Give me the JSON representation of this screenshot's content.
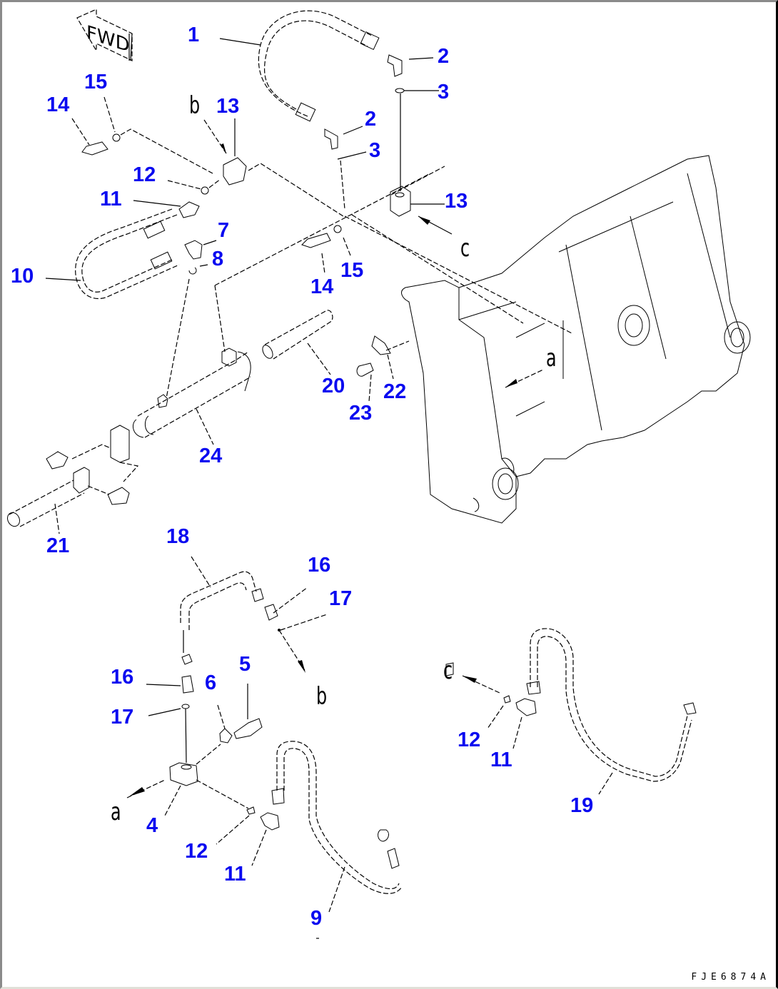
{
  "diagram": {
    "type": "exploded parts diagram",
    "drawing_code": "FJE6874A",
    "direction_indicator": "FWD",
    "callout_color": "#0a0af0",
    "line_color": "#000000"
  },
  "callouts": [
    {
      "id": "c1",
      "label": "1"
    },
    {
      "id": "c2a",
      "label": "2"
    },
    {
      "id": "c3a",
      "label": "3"
    },
    {
      "id": "c2b",
      "label": "2"
    },
    {
      "id": "c3b",
      "label": "3"
    },
    {
      "id": "c15a",
      "label": "15"
    },
    {
      "id": "c14a",
      "label": "14"
    },
    {
      "id": "c13a",
      "label": "13"
    },
    {
      "id": "c12a",
      "label": "12"
    },
    {
      "id": "c11a",
      "label": "11"
    },
    {
      "id": "c13b",
      "label": "13"
    },
    {
      "id": "c7",
      "label": "7"
    },
    {
      "id": "c8",
      "label": "8"
    },
    {
      "id": "c10",
      "label": "10"
    },
    {
      "id": "c14b",
      "label": "14"
    },
    {
      "id": "c15b",
      "label": "15"
    },
    {
      "id": "c20",
      "label": "20"
    },
    {
      "id": "c22",
      "label": "22"
    },
    {
      "id": "c23",
      "label": "23"
    },
    {
      "id": "c24",
      "label": "24"
    },
    {
      "id": "c21",
      "label": "21"
    },
    {
      "id": "c18",
      "label": "18"
    },
    {
      "id": "c16a",
      "label": "16"
    },
    {
      "id": "c17a",
      "label": "17"
    },
    {
      "id": "c16b",
      "label": "16"
    },
    {
      "id": "c5",
      "label": "5"
    },
    {
      "id": "c6",
      "label": "6"
    },
    {
      "id": "c17b",
      "label": "17"
    },
    {
      "id": "c4",
      "label": "4"
    },
    {
      "id": "c12b",
      "label": "12"
    },
    {
      "id": "c11b",
      "label": "11"
    },
    {
      "id": "c9",
      "label": "9"
    },
    {
      "id": "c12c",
      "label": "12"
    },
    {
      "id": "c11c",
      "label": "11"
    },
    {
      "id": "c19",
      "label": "19"
    }
  ],
  "references": [
    {
      "id": "ref_b_top",
      "label": "b"
    },
    {
      "id": "ref_c_top",
      "label": "c"
    },
    {
      "id": "ref_a_top",
      "label": "a"
    },
    {
      "id": "ref_b_bottom",
      "label": "b"
    },
    {
      "id": "ref_a_bottom",
      "label": "a"
    },
    {
      "id": "ref_c_bottom",
      "label": "c"
    }
  ]
}
